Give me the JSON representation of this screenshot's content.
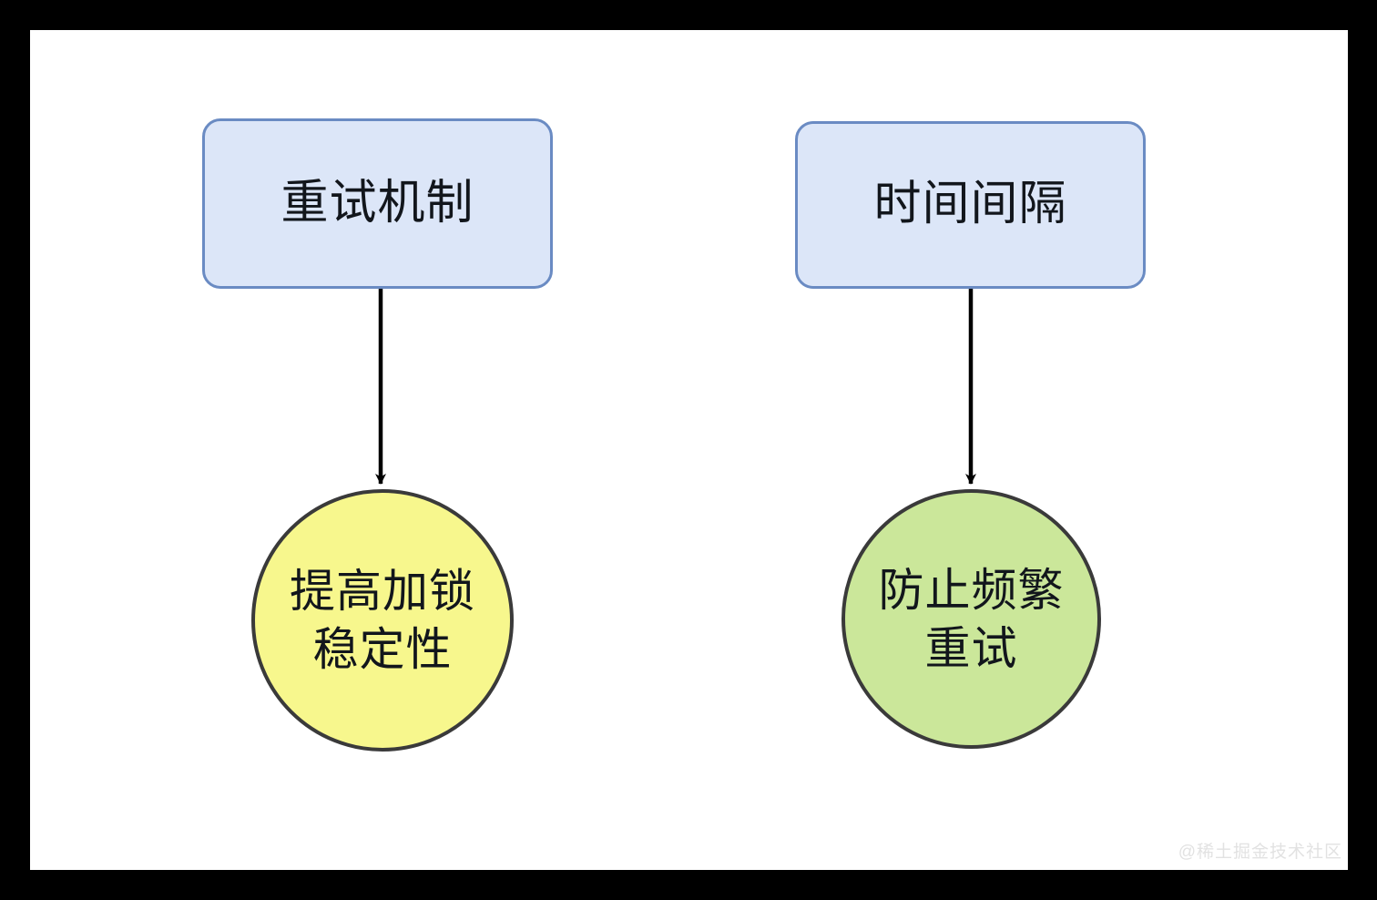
{
  "canvas": {
    "background_color": "#ffffff",
    "frame_color": "#000000"
  },
  "diagram": {
    "type": "flowchart",
    "direction": "top-to-bottom",
    "nodes": [
      {
        "id": "retry-mechanism",
        "label": "重试机制",
        "shape": "rounded-rectangle",
        "fill": "#dce6f8",
        "stroke": "#6a8bc3"
      },
      {
        "id": "time-interval",
        "label": "时间间隔",
        "shape": "rounded-rectangle",
        "fill": "#dce6f8",
        "stroke": "#6a8bc3"
      },
      {
        "id": "improve-lock-stability",
        "label": "提高加锁\n稳定性",
        "shape": "circle",
        "fill": "#f7f78d",
        "stroke": "#3a3a3a"
      },
      {
        "id": "prevent-frequent-retry",
        "label": "防止频繁\n重试",
        "shape": "circle",
        "fill": "#cbe79a",
        "stroke": "#3a3a3a"
      }
    ],
    "edges": [
      {
        "id": "edge-retry-to-stability",
        "from": "retry-mechanism",
        "to": "improve-lock-stability",
        "label": "",
        "style": "solid-arrow",
        "color": "#000000"
      },
      {
        "id": "edge-interval-to-prevent",
        "from": "time-interval",
        "to": "prevent-frequent-retry",
        "label": "",
        "style": "solid-arrow",
        "color": "#000000"
      }
    ]
  },
  "watermark": {
    "text": "@稀土掘金技术社区",
    "color": "#e2e2e2"
  }
}
